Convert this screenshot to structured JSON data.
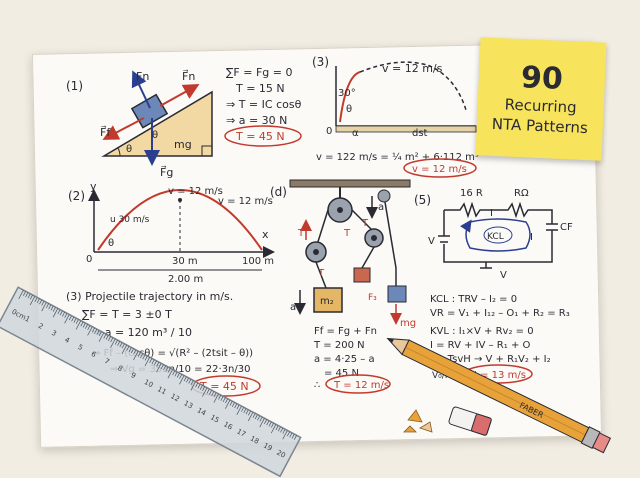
{
  "sticky": {
    "number": "90",
    "line1": "Recurring",
    "line2": "NTA Patterns"
  },
  "p1": {
    "label": "(1)",
    "fn": "Fn",
    "fr": "F⃗n",
    "ff": "F⃗f",
    "theta": "θ",
    "mg": "mg",
    "fg": "F⃗g",
    "eq": [
      "∑F = Fg = 0",
      "T = 15 N",
      "⇒ T = IC cosθ",
      "⇒ a = 30 N"
    ],
    "ans": "T = 45 N"
  },
  "p3": {
    "label": "(3)",
    "v": "v = 12 m/s",
    "ang": "30°",
    "theta": "θ",
    "alpha": "α",
    "dist": "dst",
    "zero": "0",
    "eq": "v = 122 m/s = ¼ m² + 6·112 m³",
    "ans": "v = 12 m/s"
  },
  "p2": {
    "label": "(2)",
    "y": "y",
    "x": "x",
    "zero": "0",
    "v1": "v = 12 m/s",
    "v2": "v = 12 m/s",
    "v0": "u 30 m/s",
    "theta": "θ",
    "m30": "30 m",
    "m100": "100 m",
    "m200": "2.00 m"
  },
  "pd": {
    "label": "(d)",
    "t": "T",
    "a": "a",
    "m": "m₂",
    "mg": "mg",
    "f": "F₃",
    "ff": "F₃",
    "eq": [
      "Ff = Fg + Fn",
      "T = 200 N",
      "a = 4·25 – a",
      "= 45 N",
      "∴"
    ],
    "ans": "T = 12 m/s"
  },
  "p5": {
    "label": "(5)",
    "r1": "16 R",
    "r2": "RΩ",
    "v": "V",
    "i": "I",
    "kcl": "KCL",
    "cf": "CF",
    "vb": "V",
    "eq": [
      "KCL : TRV – I₂ = 0",
      "VR = V₁ + I₁₂ – O₁ + R₂ = R₃",
      "KVL : I₁×V + Rv₂ = 0",
      "I = RV + IV – R₁ + O",
      "I = TsvH → V + R₁V₂ + I₂",
      "V₀/I ⇒"
    ],
    "ans": "I = 13 m/s"
  },
  "p3b": {
    "title": "(3) Projectile trajectory in m/s.",
    "eq": [
      "∑F = T = 3 ±0 T",
      "⇒ a = 120 m³ / 10",
      "⇒ Ff – (cscθ) = √(R² – (2tsit – θ))",
      "⇒ Vg = 353n/10 = 22·3n/30"
    ],
    "ans": "T = 45 N"
  },
  "ruler": {
    "marks": [
      "0cm",
      "1",
      "2",
      "3",
      "4",
      "5",
      "6",
      "7",
      "8",
      "9",
      "10",
      "11",
      "12",
      "13",
      "14",
      "15",
      "16",
      "17",
      "18",
      "19",
      "20"
    ]
  },
  "pencil": {
    "brand": "FABER"
  }
}
